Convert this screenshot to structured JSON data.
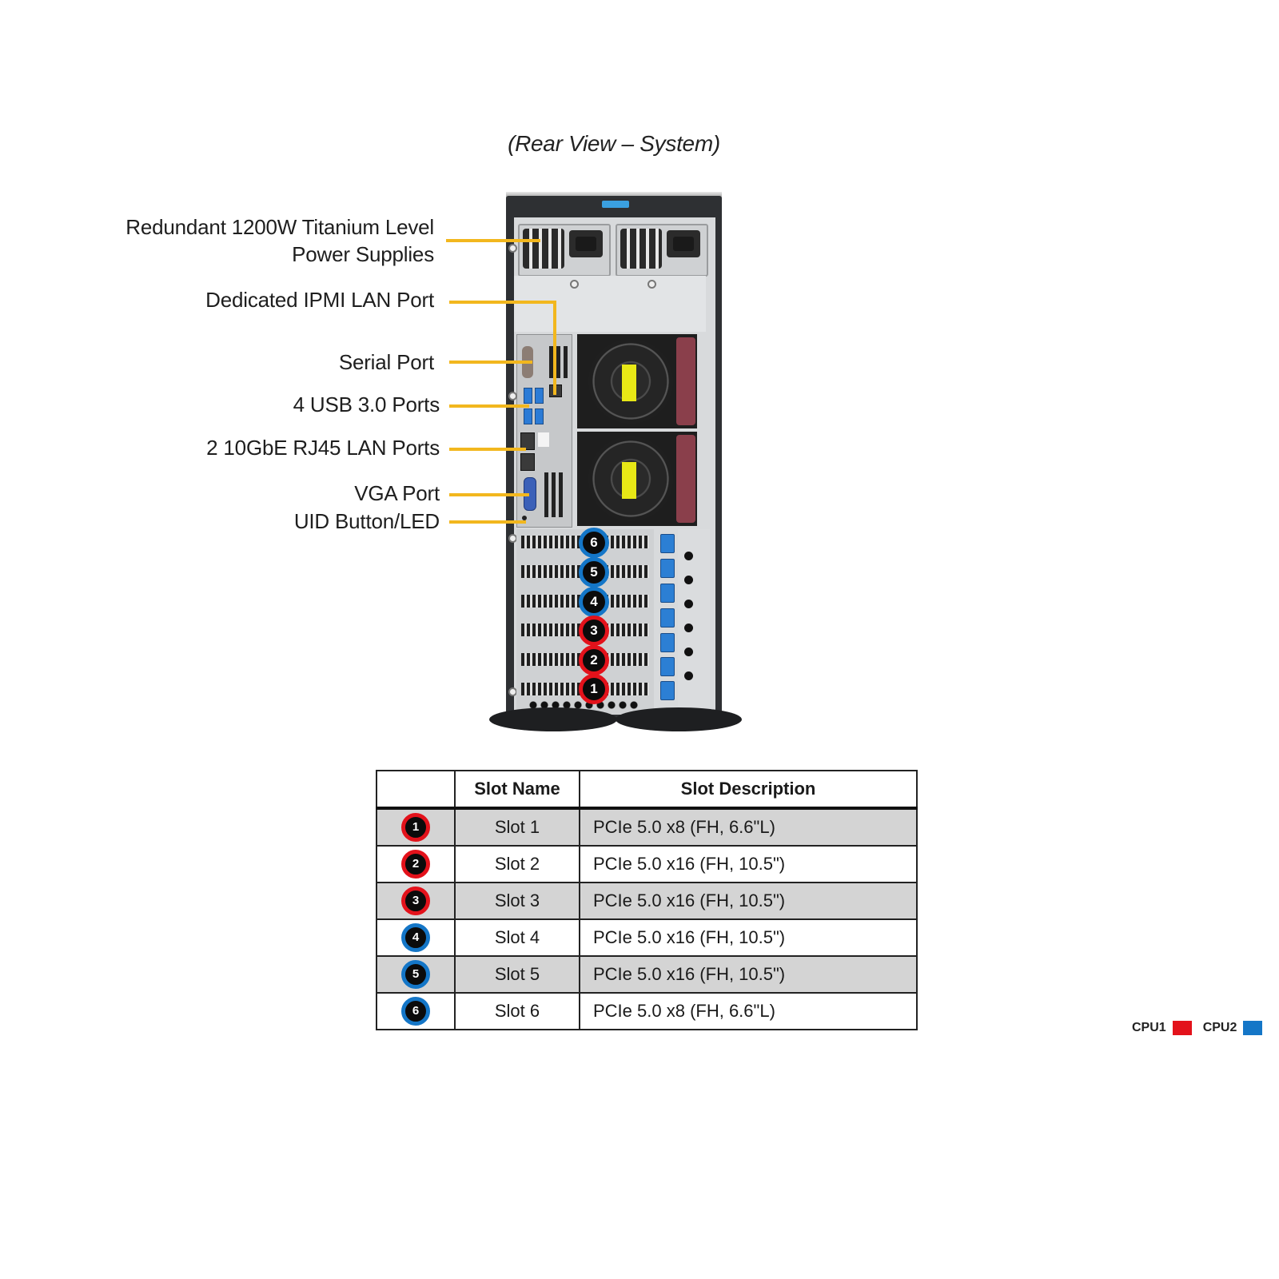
{
  "title": "(Rear View – System)",
  "callouts": [
    {
      "id": "psu",
      "lines": [
        "Redundant  1200W Titanium  Level",
        "Power Supplies"
      ]
    },
    {
      "id": "ipmi",
      "lines": [
        "Dedicated IPMI  LAN Port"
      ]
    },
    {
      "id": "serial",
      "lines": [
        "Serial Port"
      ]
    },
    {
      "id": "usb",
      "lines": [
        "4 USB 3.0 Ports"
      ]
    },
    {
      "id": "lan",
      "lines": [
        "2 10GbE RJ45 LAN Ports"
      ]
    },
    {
      "id": "vga",
      "lines": [
        "VGA Port"
      ]
    },
    {
      "id": "uid",
      "lines": [
        "UID  Button/LED"
      ]
    }
  ],
  "colors": {
    "leader": "#f2b71e",
    "cpu1": "#e3121b",
    "cpu2": "#1476c7"
  },
  "tower_badges": [
    {
      "number": "6",
      "cpu": "cpu2"
    },
    {
      "number": "5",
      "cpu": "cpu2"
    },
    {
      "number": "4",
      "cpu": "cpu2"
    },
    {
      "number": "3",
      "cpu": "cpu1"
    },
    {
      "number": "2",
      "cpu": "cpu1"
    },
    {
      "number": "1",
      "cpu": "cpu1"
    }
  ],
  "table": {
    "headers": [
      "",
      "Slot Name",
      "Slot Description"
    ],
    "rows": [
      {
        "number": "1",
        "cpu": "cpu1",
        "name": "Slot 1",
        "description": "PCIe 5.0 x8 (FH, 6.6\"L)"
      },
      {
        "number": "2",
        "cpu": "cpu1",
        "name": "Slot 2",
        "description": "PCIe 5.0 x16 (FH, 10.5\")"
      },
      {
        "number": "3",
        "cpu": "cpu1",
        "name": "Slot 3",
        "description": "PCIe 5.0 x16 (FH, 10.5\")"
      },
      {
        "number": "4",
        "cpu": "cpu2",
        "name": "Slot 4",
        "description": "PCIe 5.0 x16 (FH, 10.5\")"
      },
      {
        "number": "5",
        "cpu": "cpu2",
        "name": "Slot 5",
        "description": "PCIe 5.0 x16 (FH, 10.5\")"
      },
      {
        "number": "6",
        "cpu": "cpu2",
        "name": "Slot 6",
        "description": "PCIe 5.0 x8 (FH, 6.6\"L)"
      }
    ]
  },
  "legend": [
    {
      "label": "CPU1",
      "color": "#e3121b"
    },
    {
      "label": "CPU2",
      "color": "#1476c7"
    }
  ]
}
